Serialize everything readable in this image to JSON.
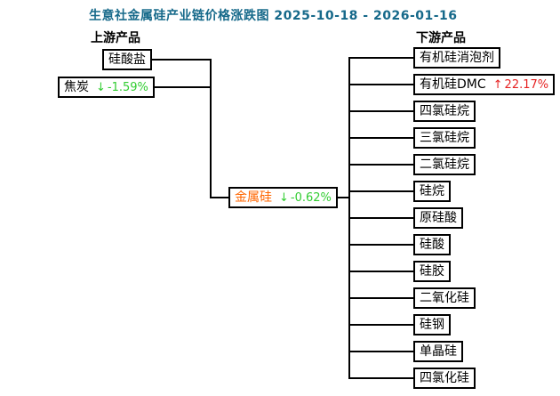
{
  "title": "生意社金属硅产业链价格涨跌图 2025-10-18 - 2026-01-16",
  "sections": {
    "upstream_label": "上游产品",
    "downstream_label": "下游产品"
  },
  "upstream": {
    "nodes": [
      {
        "label": "硅酸盐"
      },
      {
        "label": "焦炭",
        "arrow": "↓",
        "change": "-1.59%",
        "trend": "down"
      }
    ]
  },
  "center": {
    "label": "金属硅",
    "arrow": "↓",
    "change": "-0.62%",
    "trend": "down"
  },
  "downstream": {
    "nodes": [
      {
        "label": "有机硅消泡剂"
      },
      {
        "label": "有机硅DMC",
        "arrow": "↑",
        "change": "22.17%",
        "trend": "up"
      },
      {
        "label": "四氯硅烷"
      },
      {
        "label": "三氯硅烷"
      },
      {
        "label": "二氯硅烷"
      },
      {
        "label": "硅烷"
      },
      {
        "label": "原硅酸"
      },
      {
        "label": "硅酸"
      },
      {
        "label": "硅胶"
      },
      {
        "label": "二氧化硅"
      },
      {
        "label": "硅钢"
      },
      {
        "label": "单晶硅"
      },
      {
        "label": "四氯化硅"
      }
    ]
  },
  "colors": {
    "title": "#16698a",
    "up": "#e62222",
    "down": "#32cd32",
    "center_label": "#ff6600",
    "node_text": "#000000",
    "line": "#000000",
    "background": "#ffffff"
  }
}
